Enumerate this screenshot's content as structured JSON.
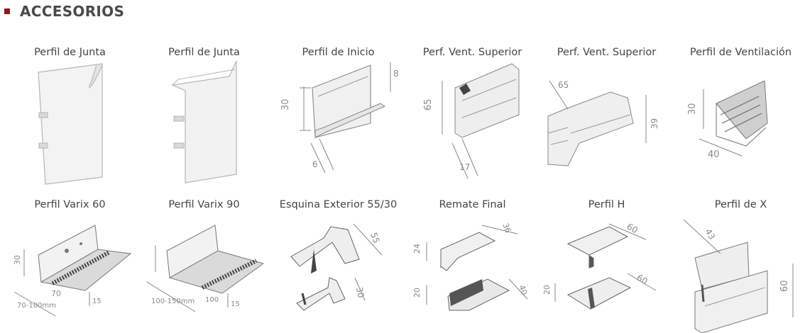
{
  "section": {
    "title": "ACCESORIOS",
    "bullet_color": "#8b1a1a"
  },
  "products": [
    {
      "name": "Perfil de Junta",
      "dims": []
    },
    {
      "name": "Perfil de Junta",
      "dims": []
    },
    {
      "name": "Perfil de Inicio",
      "dims": [
        "30",
        "8",
        "6"
      ]
    },
    {
      "name": "Perf. Vent. Superior",
      "dims": [
        "65",
        "17"
      ]
    },
    {
      "name": "Perf. Vent. Superior",
      "dims": [
        "65",
        "39"
      ]
    },
    {
      "name": "Perfil de Ventilación",
      "dims": [
        "30",
        "40"
      ]
    },
    {
      "name": "Perfil Varix 60",
      "dims": [
        "30",
        "70",
        "70-100mm",
        "15"
      ]
    },
    {
      "name": "Perfil Varix 90",
      "dims": [
        "100",
        "100-150mm",
        "15"
      ]
    },
    {
      "name": "Esquina Exterior 55/30",
      "dims": [
        "55",
        "30"
      ]
    },
    {
      "name": "Remate Final",
      "dims": [
        "24",
        "36",
        "20",
        "40"
      ]
    },
    {
      "name": "Perfil H",
      "dims": [
        "60",
        "20",
        "60"
      ]
    },
    {
      "name": "Perfil de X",
      "dims": [
        "43",
        "60"
      ]
    }
  ]
}
